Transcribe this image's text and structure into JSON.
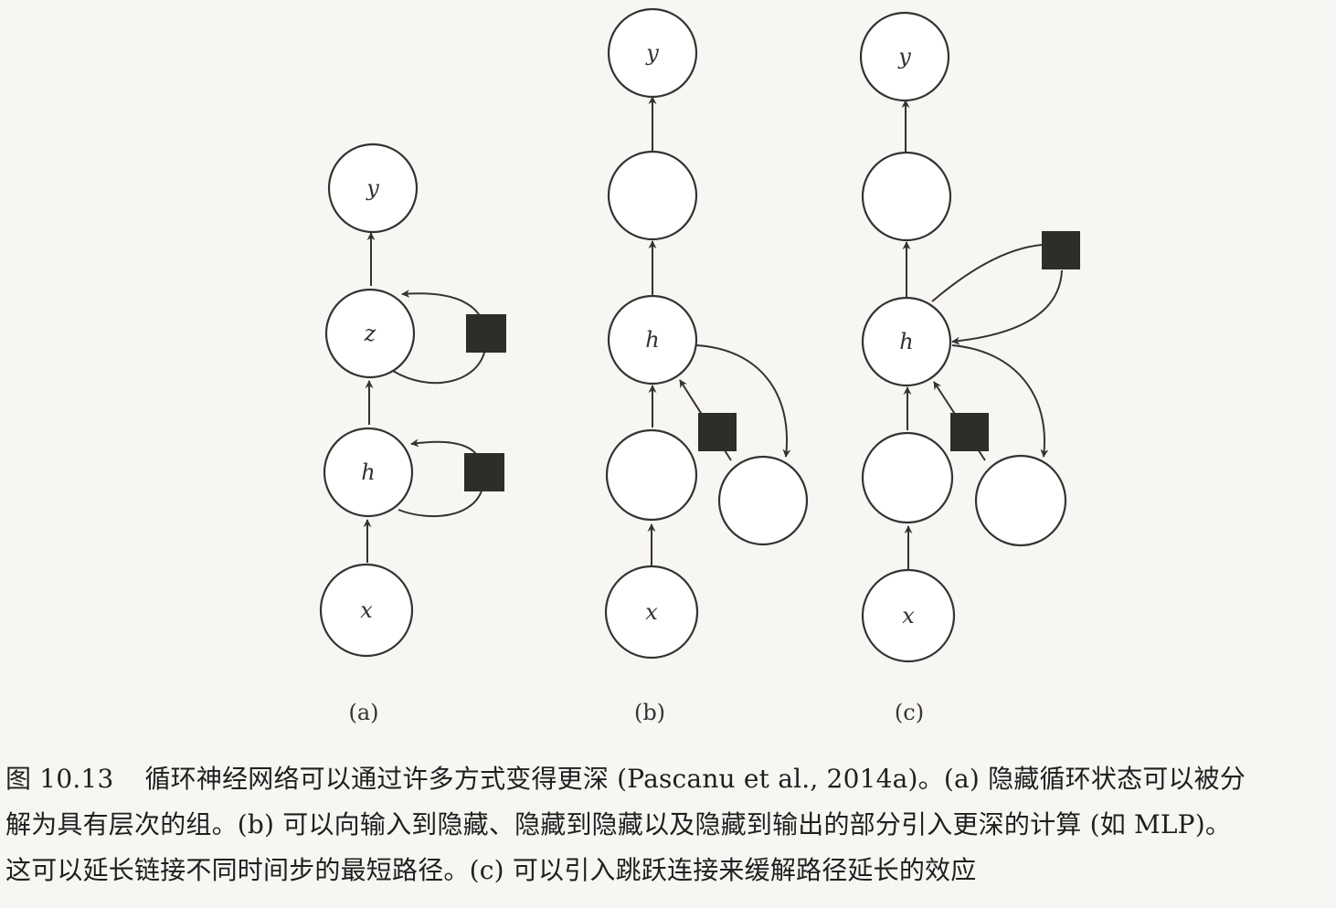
{
  "panels": [
    {
      "id": "a",
      "label": "(a)",
      "nodes": [
        {
          "id": "y",
          "label": "y"
        },
        {
          "id": "z",
          "label": "z"
        },
        {
          "id": "h",
          "label": "h"
        },
        {
          "id": "x",
          "label": "x"
        }
      ]
    },
    {
      "id": "b",
      "label": "(b)",
      "nodes": [
        {
          "id": "y",
          "label": "y"
        },
        {
          "id": "top",
          "label": ""
        },
        {
          "id": "h",
          "label": "h"
        },
        {
          "id": "mid",
          "label": ""
        },
        {
          "id": "x",
          "label": "x"
        },
        {
          "id": "side",
          "label": ""
        }
      ]
    },
    {
      "id": "c",
      "label": "(c)",
      "nodes": [
        {
          "id": "y",
          "label": "y"
        },
        {
          "id": "top",
          "label": ""
        },
        {
          "id": "h",
          "label": "h"
        },
        {
          "id": "mid",
          "label": ""
        },
        {
          "id": "x",
          "label": "x"
        },
        {
          "id": "side",
          "label": ""
        }
      ]
    }
  ],
  "caption": {
    "figure_number": "图 10.13",
    "line1": "循环神经网络可以通过许多方式变得更深 (Pascanu et al., 2014a)。(a) 隐藏循环状态可以被分",
    "line2": "解为具有层次的组。(b) 可以向输入到隐藏、隐藏到隐藏以及隐藏到输出的部分引入更深的计算 (如 MLP)。",
    "line3": "这可以延长链接不同时间步的最短路径。(c) 可以引入跳跃连接来缓解路径延长的效应"
  }
}
